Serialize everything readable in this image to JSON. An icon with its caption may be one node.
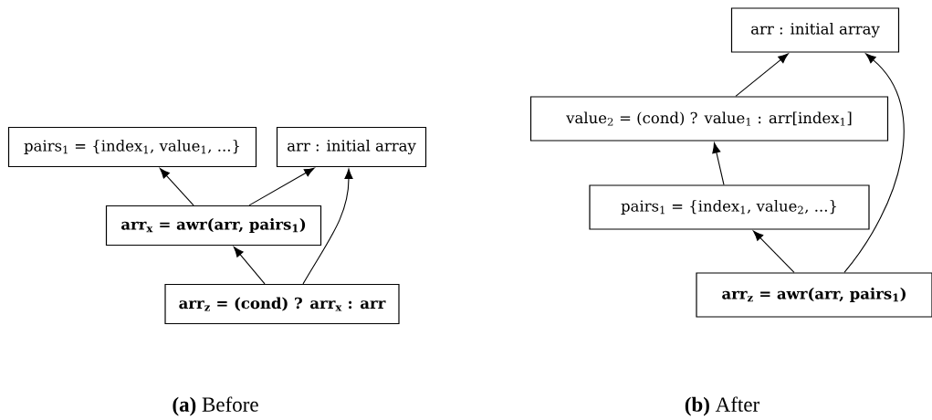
{
  "diagram": {
    "nodes": [
      {
        "text": [
          "pairs$_{1}$ = {index$_{1}$, value$_{1}$, ...}"
        ]
      },
      {
        "text": [
          "arr : initial array"
        ]
      },
      {
        "text": [
          "arr$_{x}$ = awr(arr, pairs$_{1}$)"
        ]
      },
      {
        "text": [
          "arr$_{z}$ = (cond) ? arr$_{x}$ : arr"
        ]
      },
      {
        "text": [
          "arr : initial array"
        ]
      },
      {
        "text": [
          "value$_{2}$ = (cond) ? value$_{1}$ : arr[index$_{1}$]"
        ]
      },
      {
        "text": [
          "pairs$_{1}$ = {index$_{1}$, value$_{2}$, ...}"
        ]
      },
      {
        "text": [
          "arr$_{z}$ = awr(arr, pairs$_{1}$)"
        ]
      }
    ],
    "edges": [
      {
        "from": 2,
        "to": 0,
        "arrow": "to"
      },
      {
        "from": 2,
        "to": 1,
        "arrow": "to"
      },
      {
        "from": 3,
        "to": 2,
        "arrow": "to"
      },
      {
        "from": 3,
        "to": 1,
        "arrow": "to"
      },
      {
        "from": 5,
        "to": 4,
        "arrow": "to"
      },
      {
        "from": 6,
        "to": 5,
        "arrow": "to"
      },
      {
        "from": 7,
        "to": 6,
        "arrow": "to"
      },
      {
        "from": 7,
        "to": 4,
        "arrow": "to"
      }
    ],
    "labels": [
      "**(a)** Before",
      "**(b)** After"
    ]
  }
}
